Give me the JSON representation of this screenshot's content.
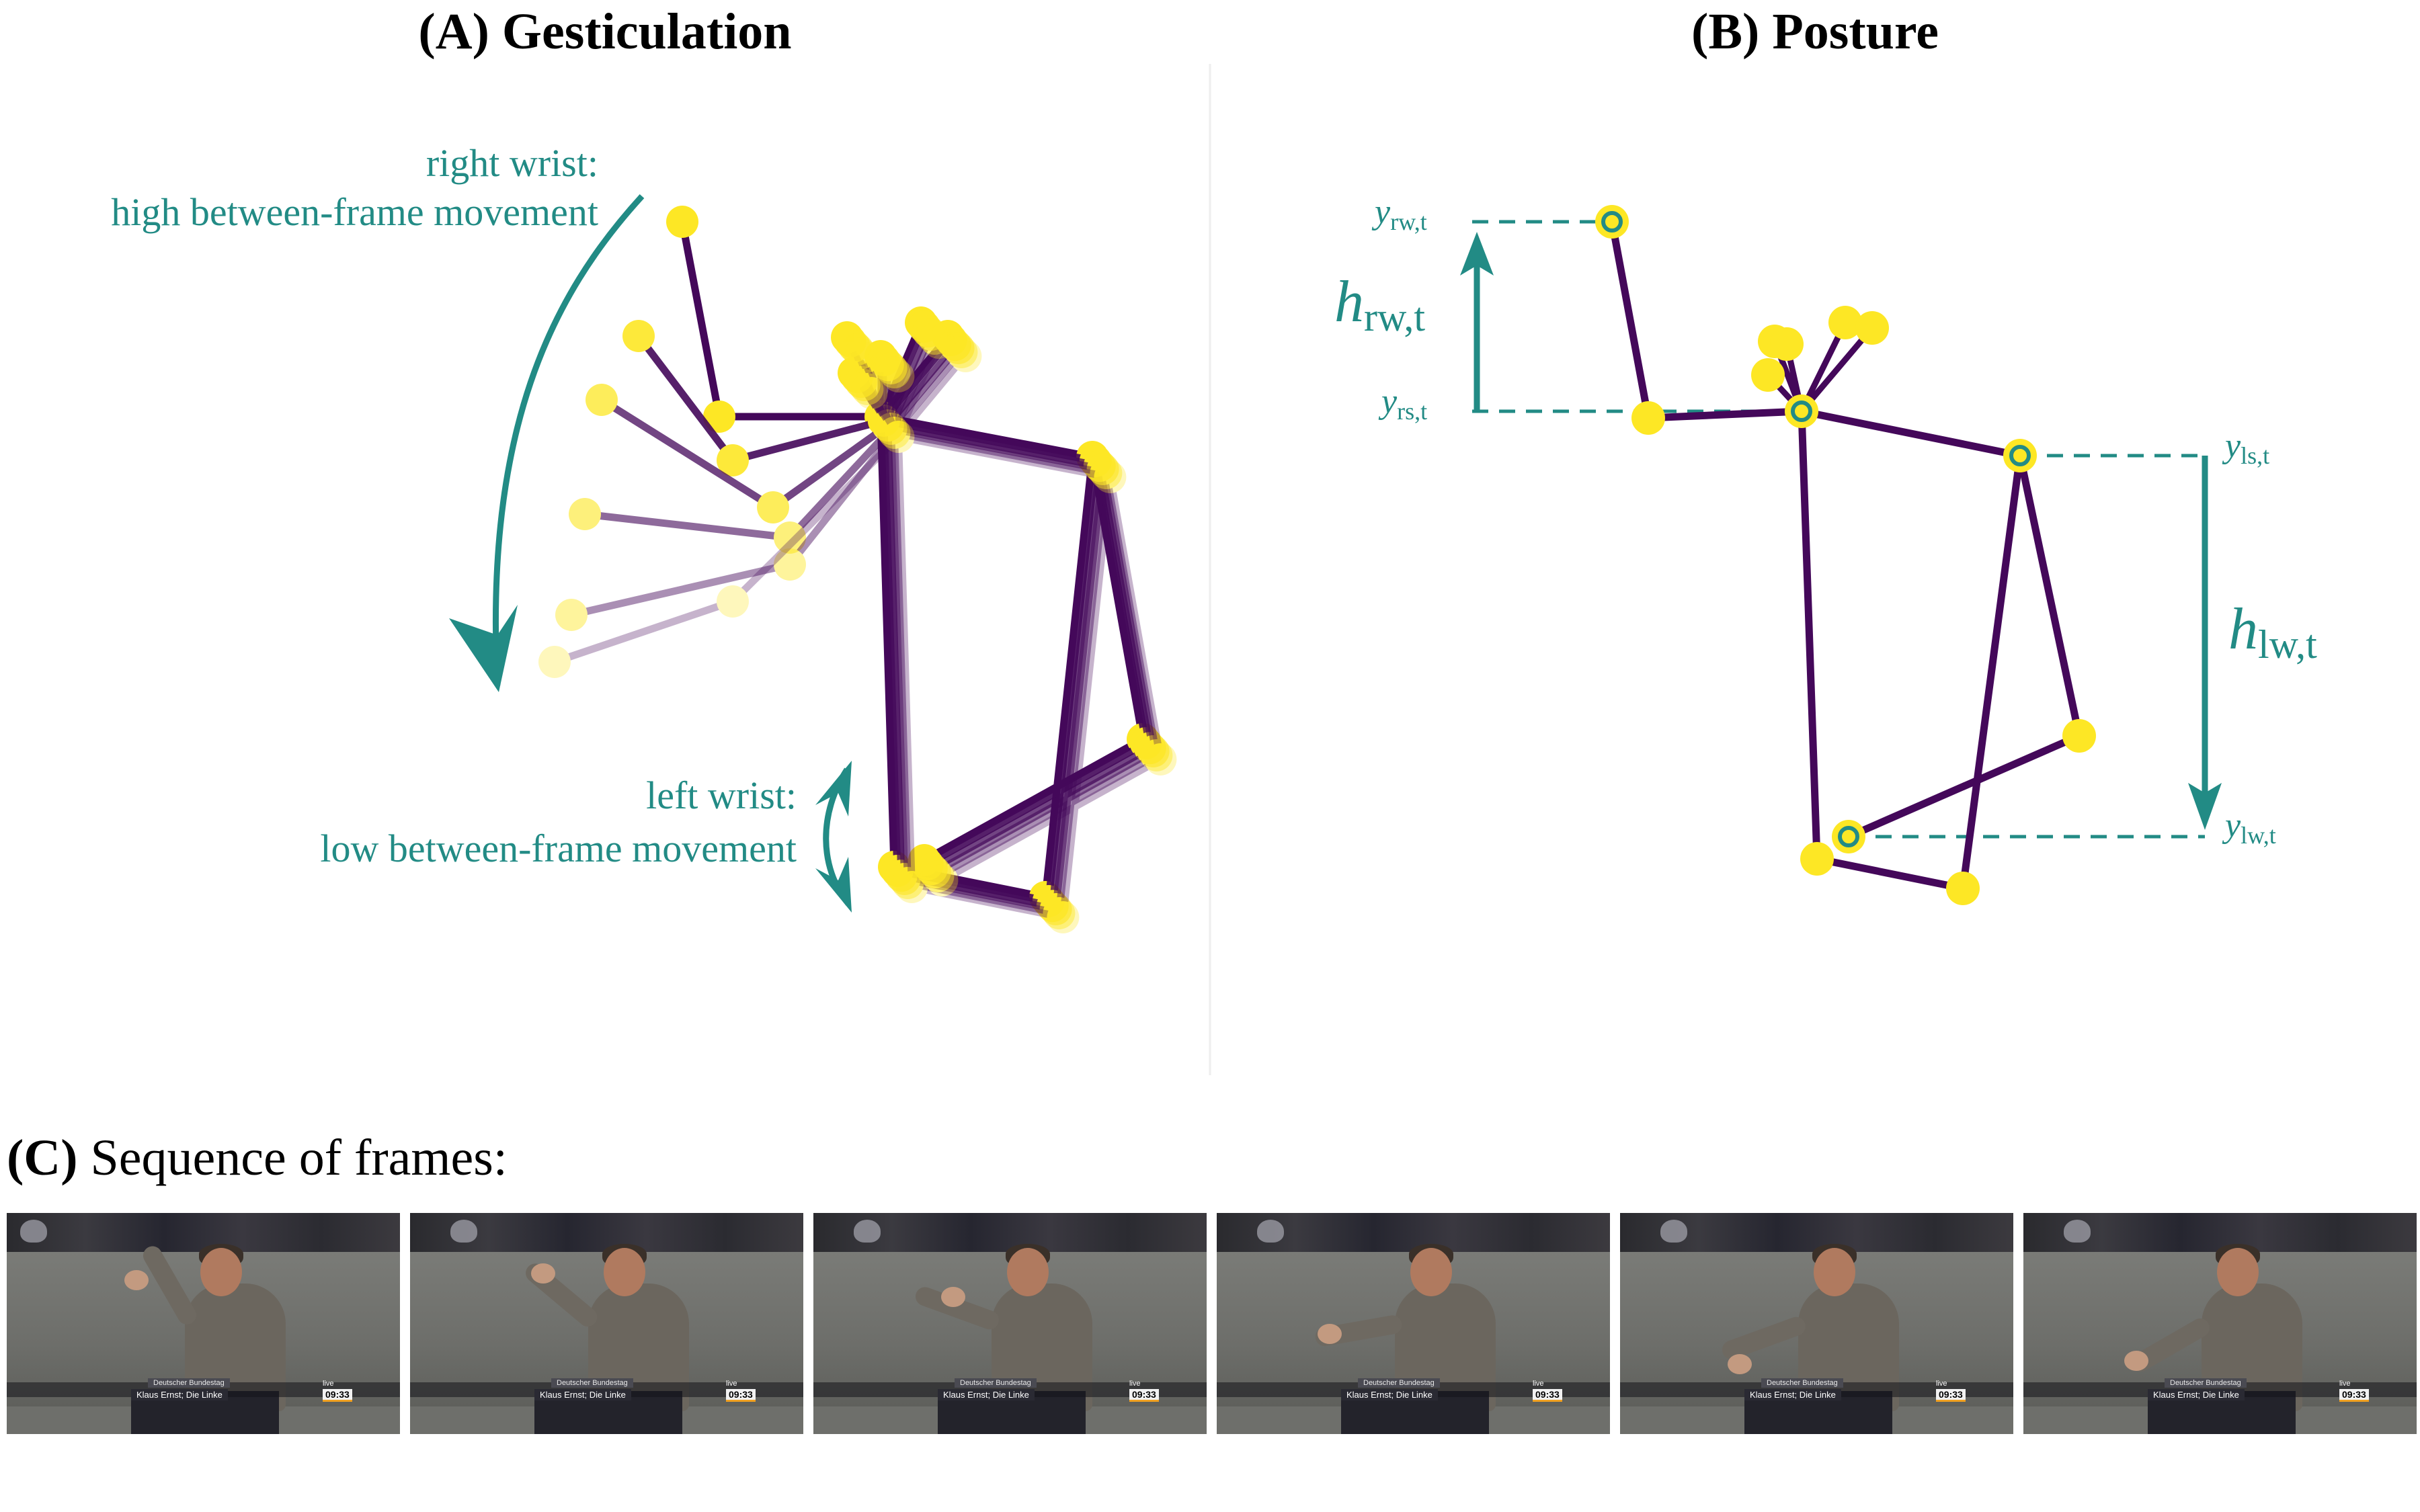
{
  "panels": {
    "a": {
      "title": "(A) Gesticulation"
    },
    "b": {
      "title": "(B) Posture"
    },
    "c": {
      "label_bold": "(C)",
      "label_rest": " Sequence of frames:"
    }
  },
  "annotations": {
    "right_wrist_line1": "right wrist:",
    "right_wrist_line2": "high between-frame movement",
    "left_wrist_line1": "left wrist:",
    "left_wrist_line2": "low between-frame movement"
  },
  "posture_labels": {
    "y_rw": "y",
    "y_rw_sub": "rw,t",
    "y_rs": "y",
    "y_rs_sub": "rs,t",
    "y_ls": "y",
    "y_ls_sub": "ls,t",
    "y_lw": "y",
    "y_lw_sub": "lw,t",
    "h_rw": "h",
    "h_rw_sub": "rw,t",
    "h_lw": "h",
    "h_lw_sub": "lw,t"
  },
  "colors": {
    "skeleton": "#44085a",
    "joint": "#fde725",
    "teal": "#228b85"
  },
  "frames": [
    {
      "caption_org": "Deutscher Bundestag",
      "caption_name": "Klaus Ernst; Die Linke",
      "live": "live",
      "time": "09:33"
    },
    {
      "caption_org": "Deutscher Bundestag",
      "caption_name": "Klaus Ernst; Die Linke",
      "live": "live",
      "time": "09:33"
    },
    {
      "caption_org": "Deutscher Bundestag",
      "caption_name": "Klaus Ernst; Die Linke",
      "live": "live",
      "time": "09:33"
    },
    {
      "caption_org": "Deutscher Bundestag",
      "caption_name": "Klaus Ernst; Die Linke",
      "live": "live",
      "time": "09:33"
    },
    {
      "caption_org": "Deutscher Bundestag",
      "caption_name": "Klaus Ernst; Die Linke",
      "live": "live",
      "time": "09:33"
    },
    {
      "caption_org": "Deutscher Bundestag",
      "caption_name": "Klaus Ernst; Die Linke",
      "live": "live",
      "time": "09:33"
    }
  ]
}
